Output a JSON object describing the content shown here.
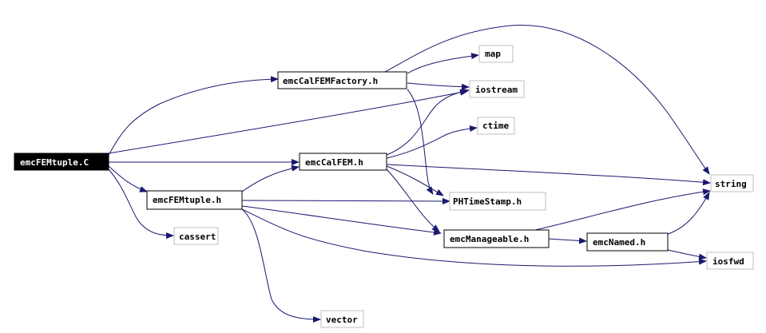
{
  "colors": {
    "edge": "#191970",
    "root_fill": "#000000",
    "root_text": "#ffffff",
    "node_border": "#000000",
    "leaf_border": "#bfbfbf",
    "text": "#000000"
  },
  "nodes": {
    "root": {
      "label": "emcFEMtuple.C",
      "kind": "root"
    },
    "factory": {
      "label": "emcCalFEMFactory.h",
      "kind": "documented"
    },
    "calfem": {
      "label": "emcCalFEM.h",
      "kind": "documented"
    },
    "femtuple": {
      "label": "emcFEMtuple.h",
      "kind": "documented"
    },
    "manageable": {
      "label": "emcManageable.h",
      "kind": "documented"
    },
    "named": {
      "label": "emcNamed.h",
      "kind": "documented"
    },
    "map": {
      "label": "map",
      "kind": "external"
    },
    "iostream": {
      "label": "iostream",
      "kind": "external"
    },
    "ctime": {
      "label": "ctime",
      "kind": "external"
    },
    "string": {
      "label": "string",
      "kind": "external"
    },
    "phtimestamp": {
      "label": "PHTimeStamp.h",
      "kind": "external"
    },
    "cassert": {
      "label": "cassert",
      "kind": "external"
    },
    "iosfwd": {
      "label": "iosfwd",
      "kind": "external"
    },
    "vector": {
      "label": "vector",
      "kind": "external"
    }
  },
  "edges": [
    [
      "root",
      "factory"
    ],
    [
      "root",
      "iostream"
    ],
    [
      "root",
      "calfem"
    ],
    [
      "root",
      "femtuple"
    ],
    [
      "root",
      "cassert"
    ],
    [
      "factory",
      "map"
    ],
    [
      "factory",
      "iostream"
    ],
    [
      "factory",
      "string"
    ],
    [
      "factory",
      "phtimestamp"
    ],
    [
      "calfem",
      "iostream"
    ],
    [
      "calfem",
      "ctime"
    ],
    [
      "calfem",
      "string"
    ],
    [
      "calfem",
      "phtimestamp"
    ],
    [
      "calfem",
      "manageable"
    ],
    [
      "femtuple",
      "calfem"
    ],
    [
      "femtuple",
      "phtimestamp"
    ],
    [
      "femtuple",
      "manageable"
    ],
    [
      "femtuple",
      "iosfwd"
    ],
    [
      "femtuple",
      "vector"
    ],
    [
      "manageable",
      "named"
    ],
    [
      "manageable",
      "string"
    ],
    [
      "named",
      "string"
    ],
    [
      "named",
      "iosfwd"
    ]
  ]
}
